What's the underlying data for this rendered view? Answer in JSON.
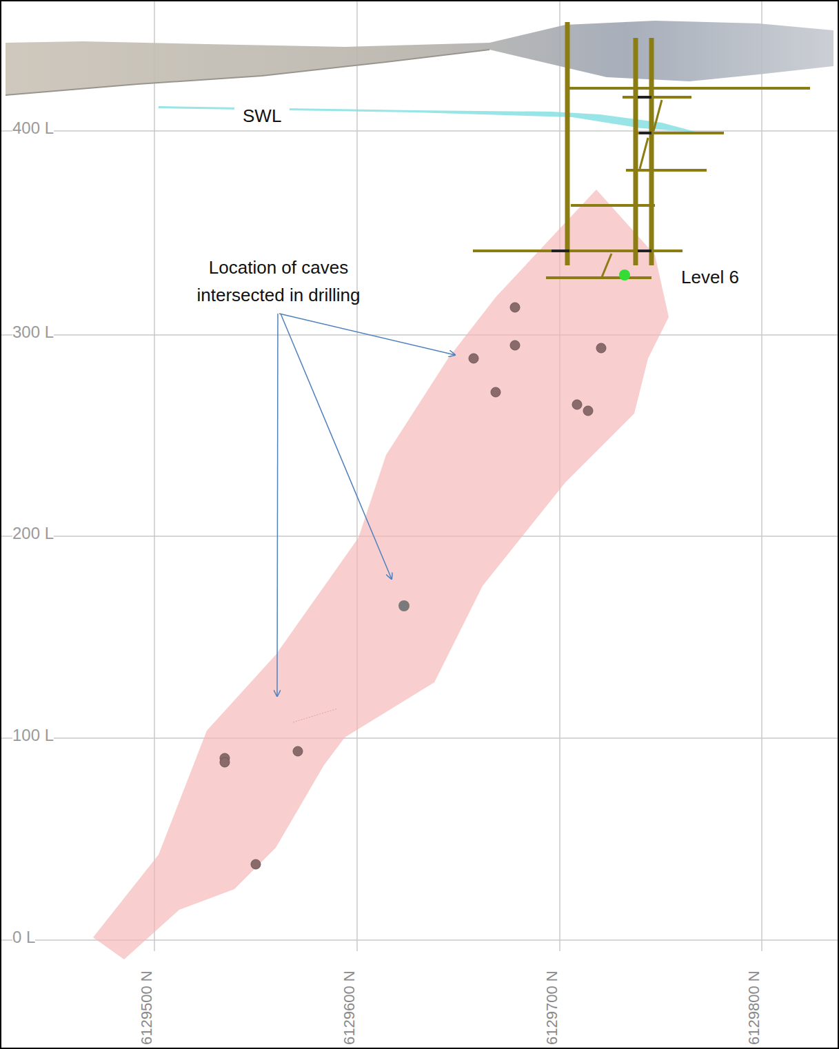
{
  "diagram": {
    "labels": [
      "SWL",
      "400 L",
      "300 L",
      "200 L",
      "100 L",
      "0 L",
      "Location of caves intersected in drilling",
      "Level 6",
      "6129500 N",
      "6129600 N",
      "6129700 N",
      "6129800 N"
    ]
  }
}
